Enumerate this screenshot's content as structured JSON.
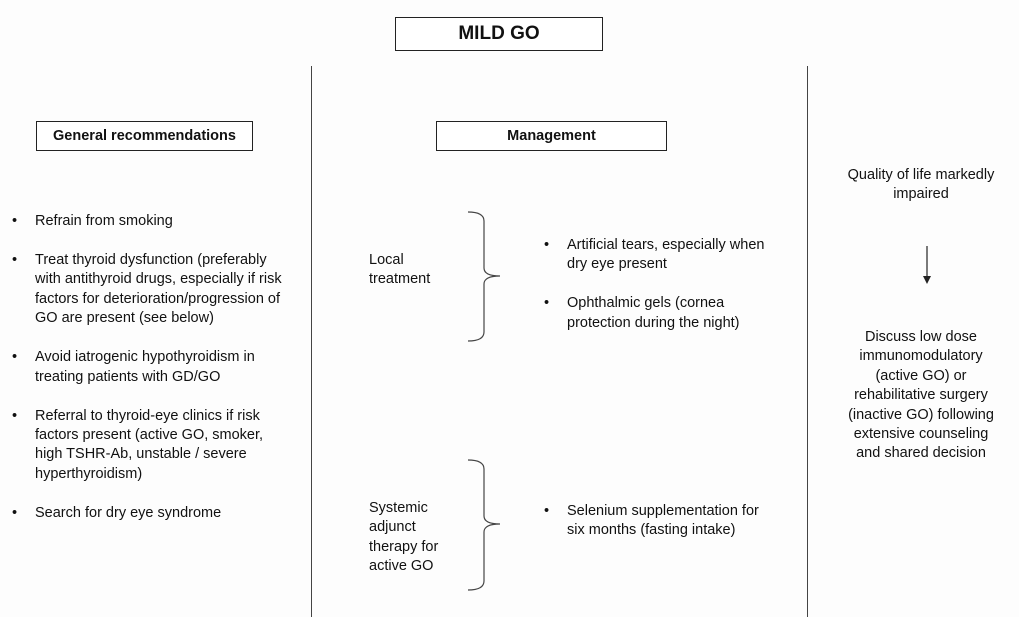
{
  "title": "MILD GO",
  "general": {
    "heading": "General recommendations",
    "items": [
      "Refrain from smoking",
      "Treat thyroid dysfunction (preferably with antithyroid drugs, especially if risk factors for deterioration/progression of GO are present (see below)",
      "Avoid iatrogenic hypothyroidism in treating patients with GD/GO",
      "Referral to thyroid-eye clinics if risk factors present (active GO, smoker, high TSHR-Ab, unstable / severe hyperthyroidism)",
      "Search for dry eye syndrome"
    ]
  },
  "management": {
    "heading": "Management",
    "local": {
      "label": "Local treatment",
      "items": [
        "Artificial tears, especially when dry eye present",
        "Ophthalmic gels (cornea protection during the night)"
      ]
    },
    "systemic": {
      "label": "Systemic adjunct therapy for active GO",
      "items": [
        "Selenium supplementation for six months (fasting intake)"
      ]
    }
  },
  "right": {
    "condition": "Quality of life markedly impaired",
    "action": "Discuss low dose immunomodulatory (active GO) or rehabilitative surgery (inactive GO) following extensive counseling and shared decision"
  }
}
